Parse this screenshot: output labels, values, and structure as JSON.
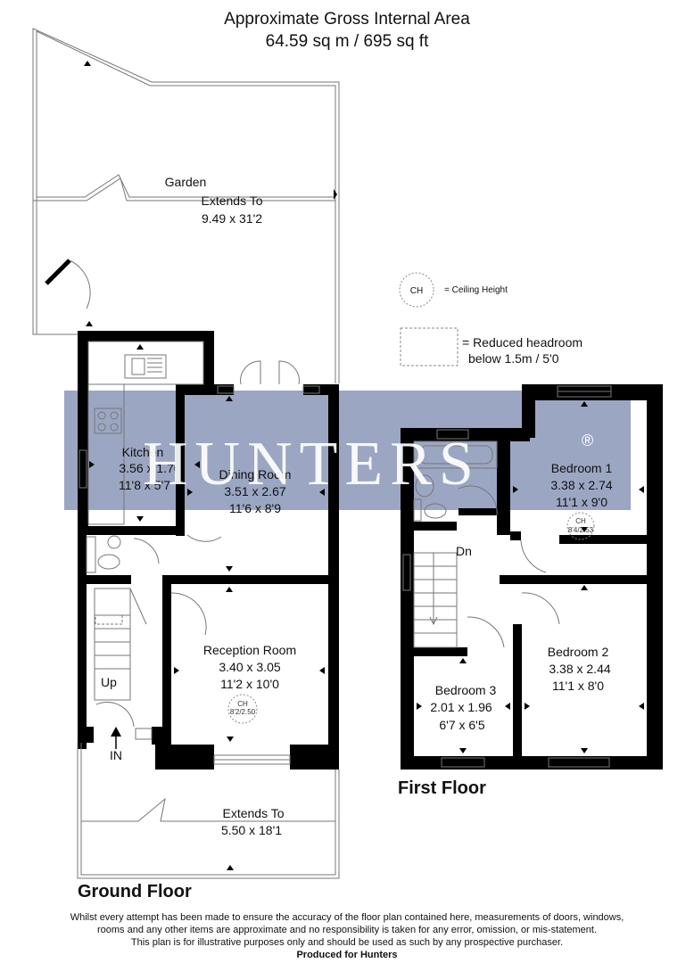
{
  "header": {
    "line1": "Approximate Gross Internal Area",
    "line2": "64.59 sq m / 695 sq ft"
  },
  "legend": {
    "ch_symbol": "CH",
    "ch_text": "= Ceiling Height",
    "reduced_line1": "= Reduced headroom",
    "reduced_line2": "below 1.5m / 5'0"
  },
  "watermark": "HUNTERS",
  "ground_floor": {
    "label": "Ground Floor",
    "garden": {
      "name": "Garden",
      "line2": "Extends To",
      "dims": "9.49 x 31'2"
    },
    "kitchen": {
      "name": "Kitchen",
      "metric": "3.56 x 1.70",
      "imperial": "11'8 x 5'7"
    },
    "dining": {
      "name": "Dining Room",
      "metric": "3.51 x 2.67",
      "imperial": "11'6 x 8'9"
    },
    "reception": {
      "name": "Reception Room",
      "metric": "3.40 x 3.05",
      "imperial": "11'2 x 10'0",
      "ch": "CH",
      "ch_value": "8'2/2.50"
    },
    "up_label": "Up",
    "in_label": "IN",
    "front": {
      "line1": "Extends To",
      "dims": "5.50 x 18'1"
    }
  },
  "first_floor": {
    "label": "First Floor",
    "dn_label": "Dn",
    "bedroom1": {
      "name": "Bedroom 1",
      "metric": "3.38 x 2.74",
      "imperial": "11'1 x 9'0",
      "ch": "CH",
      "ch_value": "8'4/2.53"
    },
    "bedroom2": {
      "name": "Bedroom 2",
      "metric": "3.38 x 2.44",
      "imperial": "11'1 x 8'0"
    },
    "bedroom3": {
      "name": "Bedroom 3",
      "metric": "2.01 x 1.96",
      "imperial": "6'7 x 6'5"
    }
  },
  "disclaimer": {
    "line1": "Whilst every attempt has been made to ensure the accuracy of the floor plan contained here, measurements of doors, windows,",
    "line2": "rooms and any other items are approximate and no responsibility is taken for any error, omission, or mis-statement.",
    "line3": "This plan is for illustrative purposes only and should be used as such by any prospective purchaser.",
    "line4": "Produced for Hunters"
  },
  "colors": {
    "wall": "#000000",
    "watermark_band": "#8a96b8",
    "outline": "#888888"
  }
}
